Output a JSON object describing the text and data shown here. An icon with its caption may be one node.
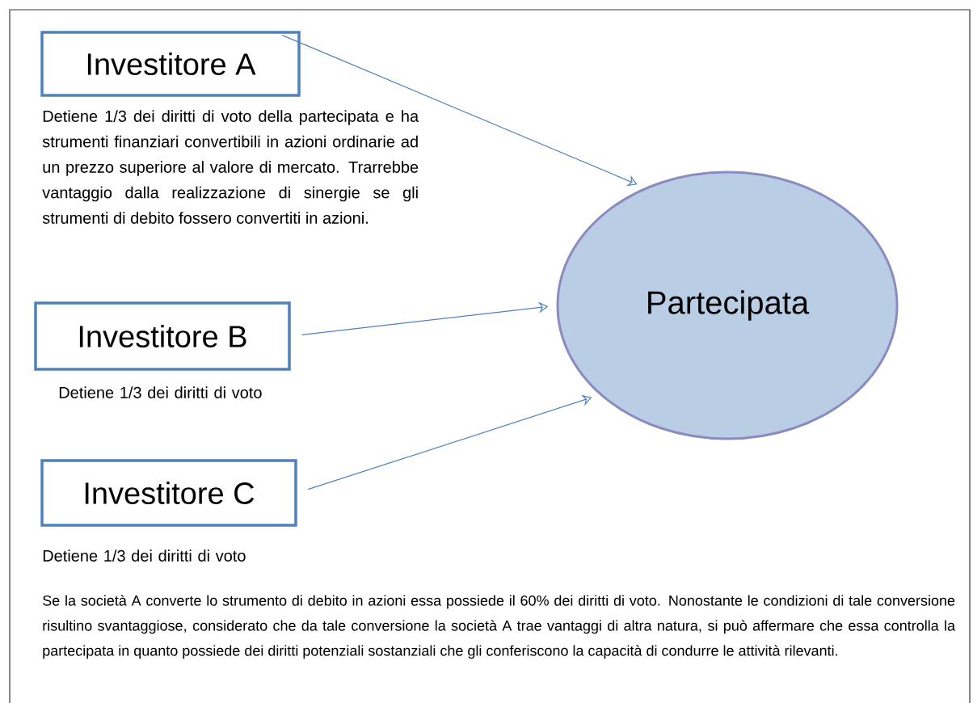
{
  "diagram": {
    "nodes": [
      {
        "text": [
          "Investitore A"
        ],
        "beside": [
          "Detiene 1/3 dei diritti di voto della partecipata e ha strumenti finanziari convertibili in azioni ordinarie ad un prezzo superiore al valore di mercato. Trarrebbe vantaggio dalla realizzazione di sinergie se gli strumenti di debito fossero convertiti in azioni."
        ]
      },
      {
        "text": [
          "Investitore B"
        ],
        "beside": [
          "Detiene 1/3 dei diritti di voto"
        ]
      },
      {
        "text": [
          "Investitore C"
        ],
        "beside": [
          "Detiene 1/3 dei diritti di voto"
        ]
      },
      {
        "text": [
          "Partecipata"
        ]
      }
    ],
    "edges": [
      {
        "from": 0,
        "to": 3,
        "arrow": "to"
      },
      {
        "from": 1,
        "to": 3,
        "arrow": "to"
      },
      {
        "from": 2,
        "to": 3,
        "arrow": "to"
      }
    ],
    "labels": [
      "Se la società A converte lo strumento di debito in azioni essa possiede il 60% dei diritti di voto. Nonostante le condizioni di tale conversione risultino svantaggiose, considerato che da tale conversione la società A trae vantaggi di altra natura, si può affermare che essa controlla la partecipata in quanto possiede dei diritti potenziali sostanziali che gli conferiscono la capacità di condurre le attività rilevanti."
    ]
  }
}
